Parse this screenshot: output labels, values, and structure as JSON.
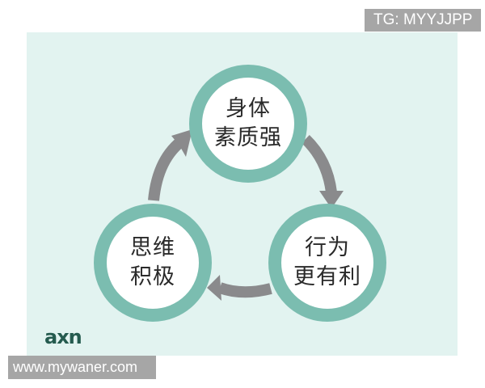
{
  "diagram": {
    "nodes": [
      {
        "id": "physical",
        "line1": "身体",
        "line2": "素质强"
      },
      {
        "id": "behavior",
        "line1": "行为",
        "line2": "更有利"
      },
      {
        "id": "thinking",
        "line1": "思维",
        "line2": "积极"
      }
    ],
    "cycle": [
      "身体素质强",
      "行为更有利",
      "思维积极"
    ],
    "colors": {
      "background": "#e2f3f0",
      "ring": "#7bbdb0",
      "arrow": "#8a8a8c",
      "logo": "#255b4f"
    }
  },
  "logo": {
    "text": "axn"
  },
  "watermarks": {
    "top_right": "TG: MYYJJPP",
    "bottom_left": "www.mywaner.com"
  }
}
